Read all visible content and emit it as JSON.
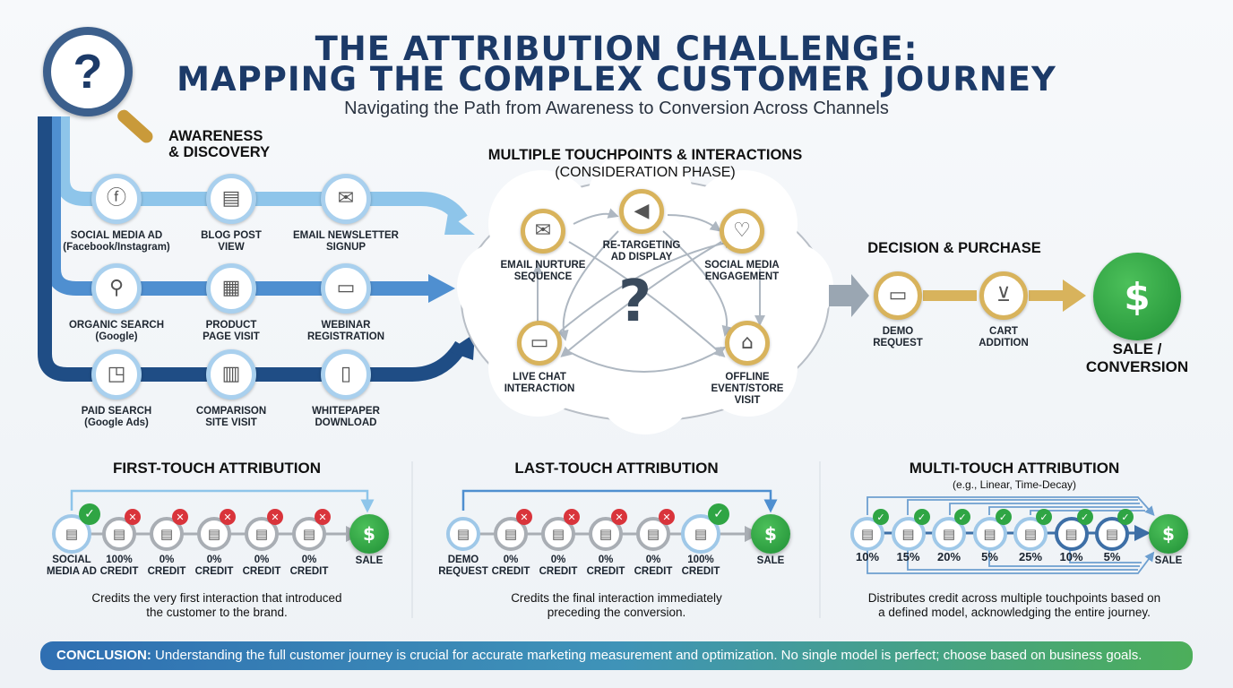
{
  "title_line1": "THE ATTRIBUTION CHALLENGE:",
  "title_line2": "MAPPING THE COMPLEX CUSTOMER JOURNEY",
  "subtitle": "Navigating the Path from Awareness to Conversion Across Channels",
  "awareness": {
    "title1": "AWARENESS",
    "title2": "& DISCOVERY",
    "question_icon": "?",
    "touchpoints": [
      {
        "l1": "SOCIAL MEDIA AD",
        "l2": "(Facebook/Instagram)",
        "icon": "facebook-browser-icon"
      },
      {
        "l1": "BLOG POST",
        "l2": "VIEW",
        "icon": "article-icon"
      },
      {
        "l1": "EMAIL NEWSLETTER",
        "l2": "SIGNUP",
        "icon": "envelope-icon"
      },
      {
        "l1": "ORGANIC SEARCH",
        "l2": "(Google)",
        "icon": "magnifier-icon"
      },
      {
        "l1": "PRODUCT",
        "l2": "PAGE VISIT",
        "icon": "web-page-cursor-icon"
      },
      {
        "l1": "WEBINAR",
        "l2": "REGISTRATION",
        "icon": "monitor-icon"
      },
      {
        "l1": "PAID SEARCH",
        "l2": "(Google Ads)",
        "icon": "browser-cursor-icon"
      },
      {
        "l1": "COMPARISON",
        "l2": "SITE VISIT",
        "icon": "compare-page-icon"
      },
      {
        "l1": "WHITEPAPER",
        "l2": "DOWNLOAD",
        "icon": "document-icon"
      }
    ]
  },
  "consideration": {
    "title": "MULTIPLE TOUCHPOINTS & INTERACTIONS",
    "subtitle": "(CONSIDERATION PHASE)",
    "question": "?",
    "touchpoints": [
      {
        "l1": "EMAIL NURTURE",
        "l2": "SEQUENCE",
        "l3": "",
        "icon": "email-at-icon"
      },
      {
        "l1": "RE-TARGETING",
        "l2": "AD DISPLAY",
        "l3": "",
        "icon": "megaphone-icon"
      },
      {
        "l1": "SOCIAL MEDIA",
        "l2": "ENGAGEMENT",
        "l3": "",
        "icon": "heart-chat-icon"
      },
      {
        "l1": "LIVE CHAT",
        "l2": "INTERACTION",
        "l3": "",
        "icon": "chat-bubbles-icon"
      },
      {
        "l1": "OFFLINE",
        "l2": "EVENT/STORE",
        "l3": "VISIT",
        "icon": "storefront-icon"
      }
    ]
  },
  "decision": {
    "title": "DECISION & PURCHASE",
    "steps": [
      {
        "l1": "DEMO",
        "l2": "REQUEST",
        "icon": "laptop-icon"
      },
      {
        "l1": "CART",
        "l2": "ADDITION",
        "icon": "cart-icon"
      }
    ],
    "sale": {
      "l1": "SALE /",
      "l2": "CONVERSION",
      "icon": "$"
    }
  },
  "models": [
    {
      "title": "FIRST-TOUCH ATTRIBUTION",
      "subtitle": "",
      "desc1": "Credits the very first interaction that introduced",
      "desc2": "the customer to the brand.",
      "nodes": [
        {
          "l1": "SOCIAL",
          "l2": "MEDIA AD",
          "status": "check"
        },
        {
          "l1": "100%",
          "l2": "CREDIT",
          "status": "x"
        },
        {
          "l1": "0%",
          "l2": "CREDIT",
          "status": "x"
        },
        {
          "l1": "0%",
          "l2": "CREDIT",
          "status": "x"
        },
        {
          "l1": "0%",
          "l2": "CREDIT",
          "status": "x"
        },
        {
          "l1": "0%",
          "l2": "CREDIT",
          "status": "x"
        }
      ],
      "sale": "SALE"
    },
    {
      "title": "LAST-TOUCH ATTRIBUTION",
      "subtitle": "",
      "desc1": "Credits the final interaction immediately",
      "desc2": "preceding the conversion.",
      "nodes": [
        {
          "l1": "DEMO",
          "l2": "REQUEST",
          "status": ""
        },
        {
          "l1": "0%",
          "l2": "CREDIT",
          "status": "x"
        },
        {
          "l1": "0%",
          "l2": "CREDIT",
          "status": "x"
        },
        {
          "l1": "0%",
          "l2": "CREDIT",
          "status": "x"
        },
        {
          "l1": "0%",
          "l2": "CREDIT",
          "status": "x"
        },
        {
          "l1": "100%",
          "l2": "CREDIT",
          "status": "check"
        }
      ],
      "sale": "SALE"
    },
    {
      "title": "MULTI-TOUCH ATTRIBUTION",
      "subtitle": "(e.g., Linear, Time-Decay)",
      "desc1": "Distributes credit across multiple touchpoints based on",
      "desc2": "a defined model, acknowledging the entire journey.",
      "nodes": [
        {
          "l1": "10%",
          "l2": "",
          "status": "check"
        },
        {
          "l1": "15%",
          "l2": "",
          "status": "check"
        },
        {
          "l1": "20%",
          "l2": "",
          "status": "check"
        },
        {
          "l1": "5%",
          "l2": "",
          "status": "check"
        },
        {
          "l1": "25%",
          "l2": "",
          "status": "check"
        },
        {
          "l1": "10%",
          "l2": "",
          "status": "check"
        },
        {
          "l1": "5%",
          "l2": "",
          "status": "check"
        }
      ],
      "sale": "SALE"
    }
  ],
  "conclusion": {
    "label": "CONCLUSION:",
    "text": " Understanding the full customer journey is crucial for accurate marketing measurement and optimization. No single model is perfect; choose based on business goals."
  },
  "colors": {
    "navy": "#1c3a68",
    "lane_light": "#8ec5ea",
    "lane_mid": "#4f8fd0",
    "lane_dark": "#1f4d85",
    "gold": "#d8b35c",
    "green": "#2fa544",
    "red": "#d9343b"
  }
}
